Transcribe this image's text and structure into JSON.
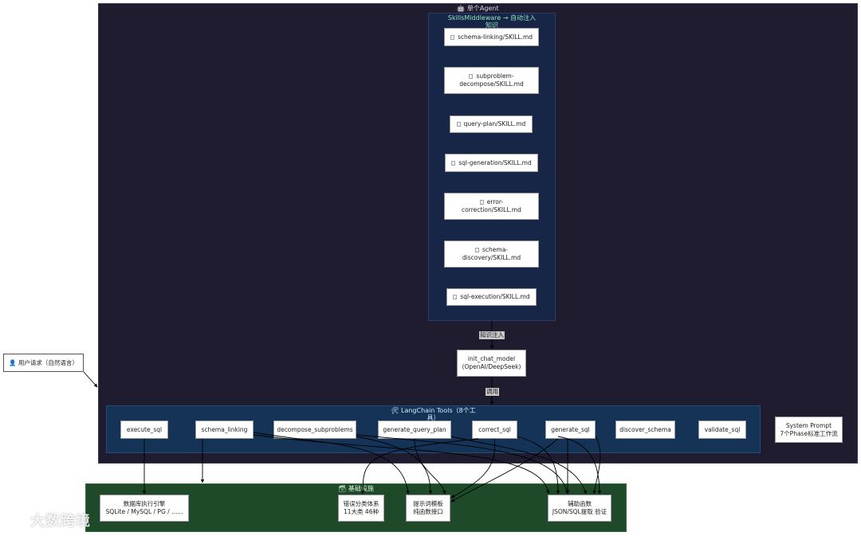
{
  "agent": {
    "title": "🤖 单个Agent"
  },
  "skills": {
    "title_line1": "SkillsMiddleware → 自动注入",
    "title_line2": "知识",
    "items": [
      {
        "line1": "schema-linking/SKILL.md",
        "line2": ""
      },
      {
        "line1": "subproblem-",
        "line2": "decompose/SKILL.md"
      },
      {
        "line1": "query-plan/SKILL.md",
        "line2": ""
      },
      {
        "line1": "sql-generation/SKILL.md",
        "line2": ""
      },
      {
        "line1": "error-",
        "line2": "correction/SKILL.md"
      },
      {
        "line1": "schema-",
        "line2": "discovery/SKILL.md"
      },
      {
        "line1": "sql-execution/SKILL.md",
        "line2": ""
      }
    ]
  },
  "edge_labels": {
    "knowledge_inject": "知识注入",
    "invoke": "调用"
  },
  "model": {
    "line1": "init_chat_model",
    "line2": "(OpenAI/DeepSeek)"
  },
  "user_request": {
    "icon": "👤",
    "label": "用户请求（自然语言）"
  },
  "tools": {
    "title_line1": "🛠 LangChain Tools（8个工",
    "title_line2": "具）",
    "items": [
      "execute_sql",
      "schema_linking",
      "decompose_subproblems",
      "generate_query_plan",
      "correct_sql",
      "generate_sql",
      "discover_schema",
      "validate_sql"
    ]
  },
  "system_prompt": {
    "line1": "System Prompt",
    "line2": "7个Phase标准工作流"
  },
  "infra": {
    "title": "🗃 基础设施",
    "db": {
      "line1": "数据库执行引擎",
      "line2": "SQLite / MySQL / PG / ......"
    },
    "error_taxonomy": {
      "line1": "错误分类体系",
      "line2": "11大类 46种"
    },
    "prompt_template": {
      "line1": "提示词模板",
      "line2": "纯函数接口"
    },
    "helpers": {
      "line1": "辅助函数",
      "line2": "JSON/SQL提取 验证"
    }
  },
  "watermark": {
    "text": "大数跨境"
  },
  "colors": {
    "agent_bg": "#1e1c2e",
    "skills_bg": "#172647",
    "tools_bg": "#153357",
    "infra_bg": "#1e4a2a",
    "title_text": "#cfe9ff",
    "edge": "#000000"
  }
}
